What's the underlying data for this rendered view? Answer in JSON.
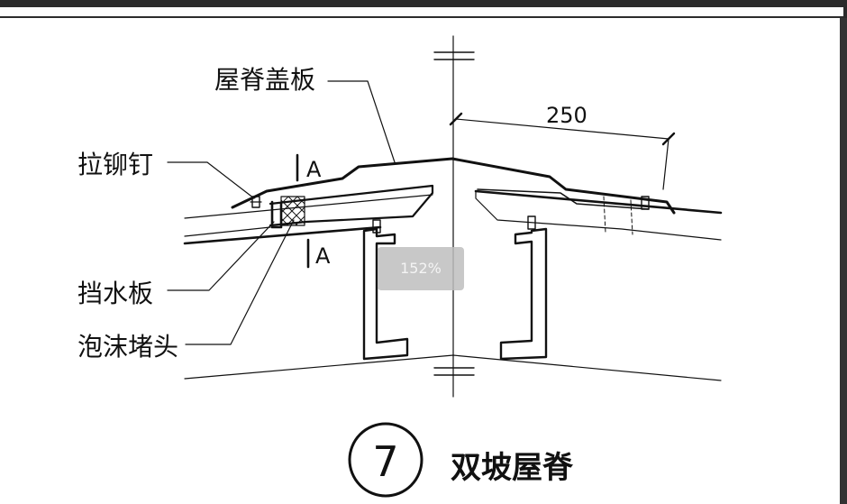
{
  "labels": {
    "ridge_cover": "屋脊盖板",
    "rivet": "拉铆钉",
    "flashing": "挡水板",
    "foam_plug": "泡沫堵头",
    "section_top": "A",
    "section_bottom": "A",
    "dimension": "250"
  },
  "caption": {
    "number": "7",
    "title": "双坡屋脊"
  },
  "zoom": "152%"
}
